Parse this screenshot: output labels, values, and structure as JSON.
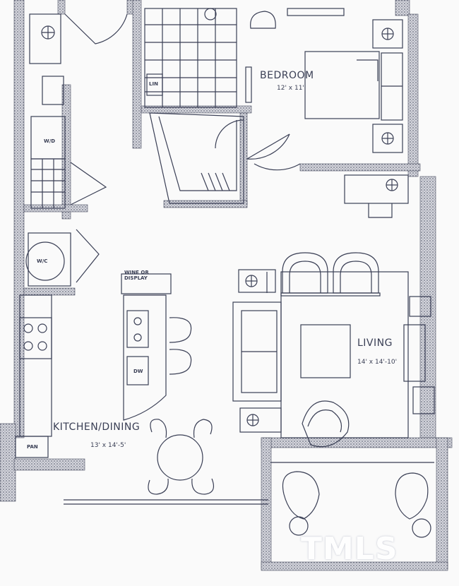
{
  "rooms": {
    "bedroom": {
      "name": "BEDROOM",
      "dims": "12' x 11'"
    },
    "living": {
      "name": "LIVING",
      "dims": "14' x 14'-10'"
    },
    "kitchen": {
      "name": "KITCHEN/DINING",
      "dims": "13' x 14'-5'"
    }
  },
  "fixtures": {
    "wd": "W/D",
    "wic": "W/C",
    "wine": "WINE OR DISPLAY",
    "dw": "DW",
    "pan": "PAN",
    "linen": "LIN"
  },
  "watermark": "TMLS",
  "colors": {
    "line": "#3a3f55",
    "wall": "#6b6f80",
    "paper": "#fafafa"
  }
}
